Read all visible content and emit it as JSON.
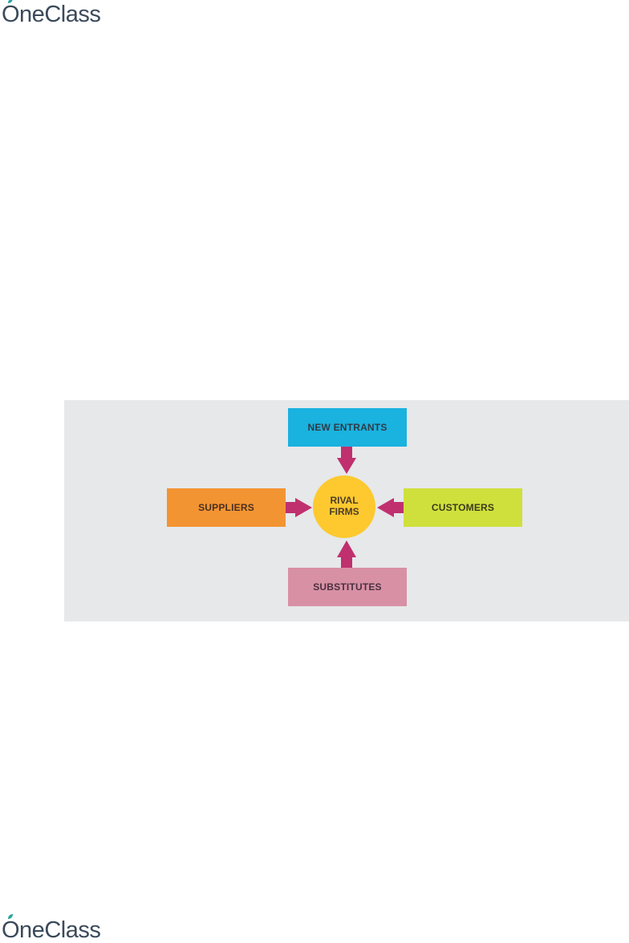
{
  "header": {
    "logo_text": "OneClass"
  },
  "footer": {
    "logo_text": "OneClass"
  },
  "diagram": {
    "center": {
      "line1": "RIVAL",
      "line2": "FIRMS"
    },
    "top_box": "NEW ENTRANTS",
    "left_box": "SUPPLIERS",
    "right_box": "CUSTOMERS",
    "bottom_box": "SUBSTITUTES"
  },
  "colors": {
    "new_entrants": "#1ab2df",
    "suppliers": "#f39432",
    "customers": "#cfe03c",
    "substitutes": "#d890a5",
    "rival_firms": "#fdc92e",
    "arrow": "#c0306e",
    "panel": "#e6e8ea"
  }
}
